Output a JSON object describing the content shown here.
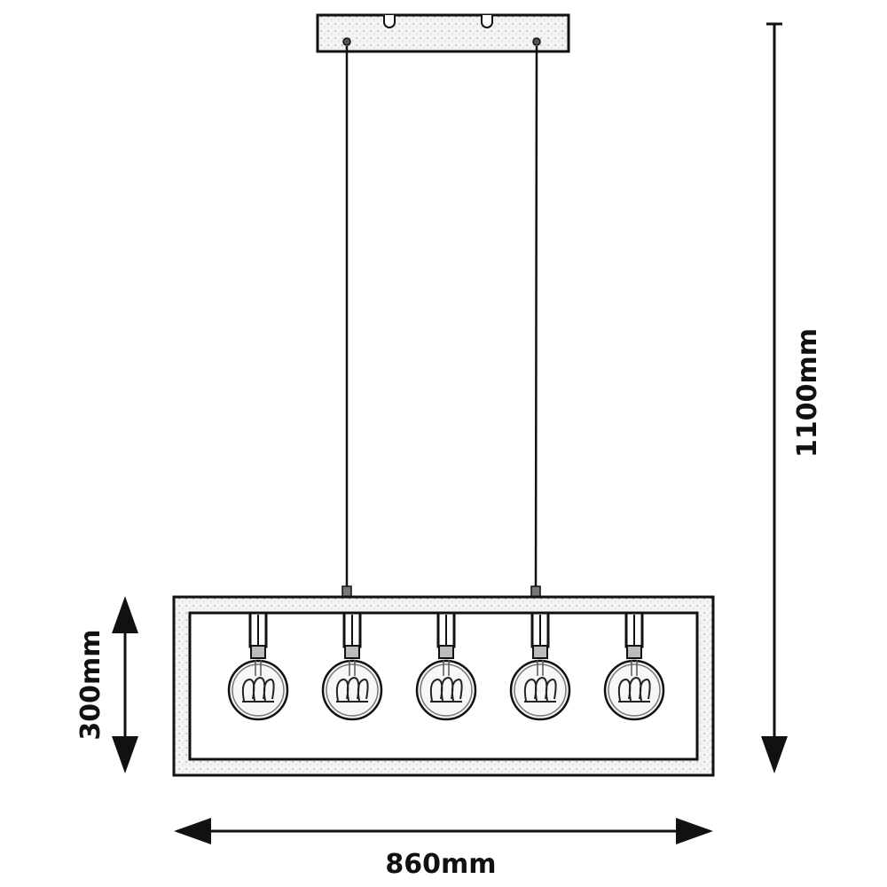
{
  "dimensions": {
    "total_height": "1100mm",
    "frame_height": "300mm",
    "width": "860mm"
  },
  "fixture": {
    "bulb_count": 5,
    "suspension_cables": 2
  },
  "colors": {
    "ink": "#111111",
    "background": "#ffffff"
  }
}
